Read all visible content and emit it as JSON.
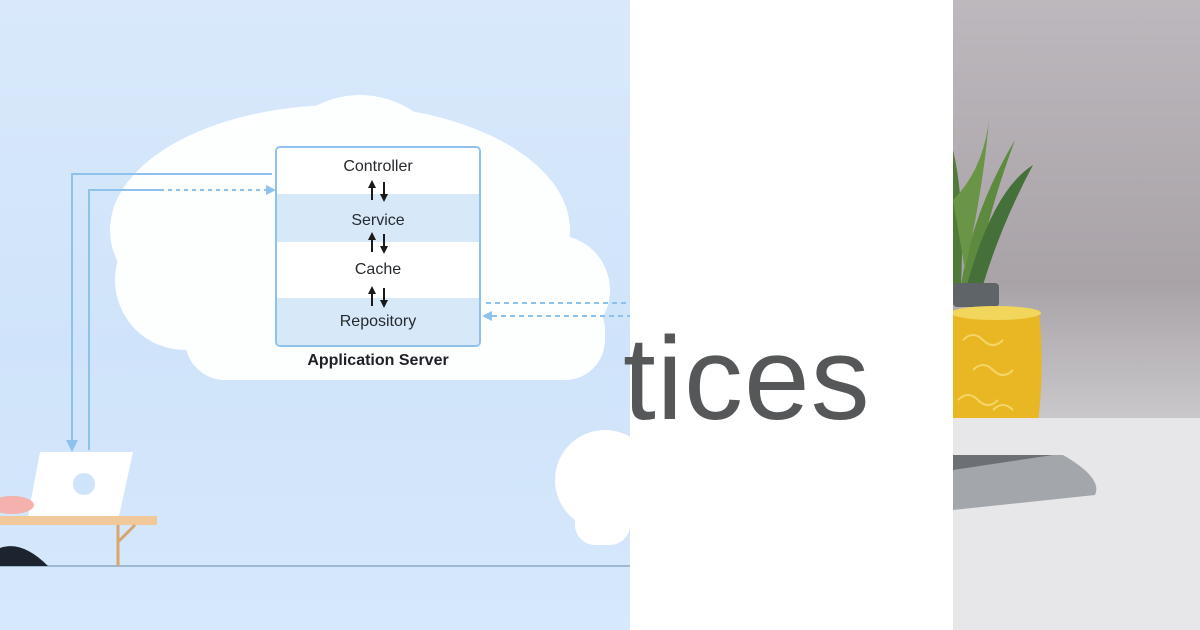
{
  "diagram": {
    "layers": [
      {
        "name": "Controller"
      },
      {
        "name": "Service"
      },
      {
        "name": "Cache"
      },
      {
        "name": "Repository"
      }
    ],
    "server_caption": "Application Server",
    "colors": {
      "box_border": "#8ec2ec",
      "band_white": "#ffffff",
      "band_blue": "#d7e8f9",
      "connector": "#8ec2ec",
      "arrow": "#1a1a1a"
    }
  },
  "overlay_text": {
    "word": "tices"
  }
}
